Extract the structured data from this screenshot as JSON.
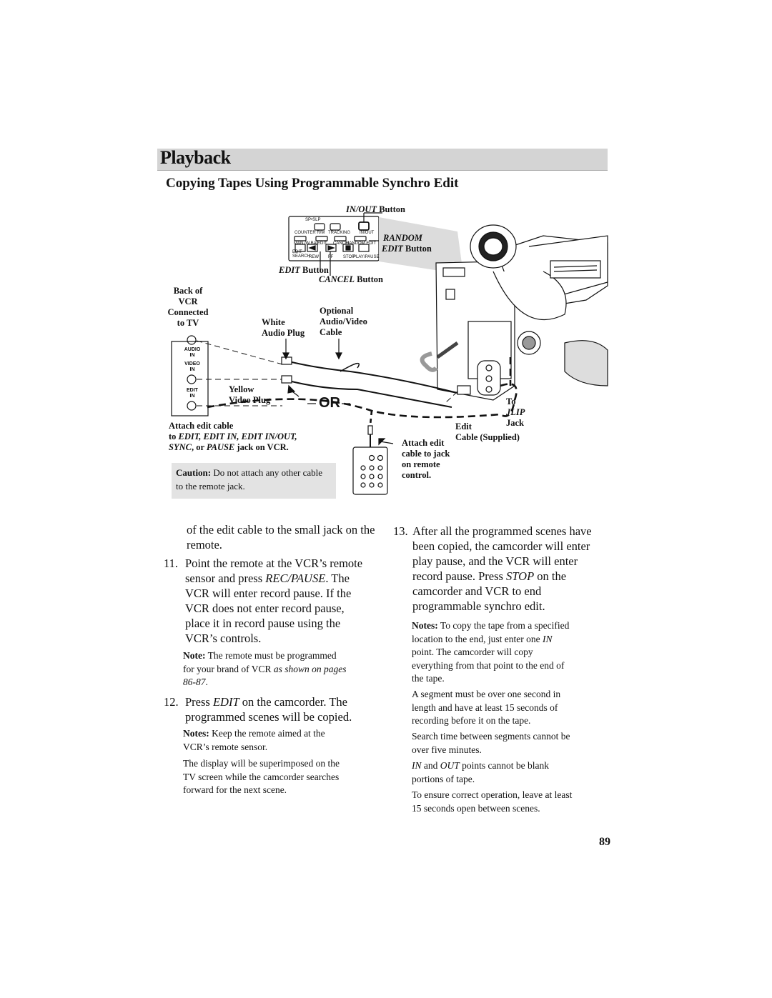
{
  "header": {
    "section_title": "Playback",
    "subtitle": "Copying Tapes Using Programmable Synchro Edit"
  },
  "figure": {
    "inout_button": {
      "name": "IN/OUT",
      "suffix": " Button"
    },
    "random_edit_button": {
      "line1": "RANDOM",
      "line2_italic": "EDIT",
      "line2_suffix": " Button"
    },
    "edit_button": {
      "name": "EDIT",
      "suffix": " Button"
    },
    "cancel_button": {
      "name": "CANCEL",
      "suffix": " Button"
    },
    "back_of_vcr": [
      "Back of",
      "VCR",
      "Connected",
      "to TV"
    ],
    "vcr_jacks": [
      "AUDIO",
      "IN",
      "VIDEO",
      "IN",
      "EDIT",
      "IN"
    ],
    "white_audio_plug": [
      "White",
      "Audio Plug"
    ],
    "optional_cable": [
      "Optional",
      "Audio/Video",
      "Cable"
    ],
    "yellow_video_plug": [
      "Yellow",
      "Video Plug"
    ],
    "or_label": "OR",
    "attach_edit_cable_vcr": {
      "line1": "Attach edit cable",
      "line2_prefix": "to ",
      "line2_italic": "EDIT, EDIT IN, EDIT IN/OUT,",
      "line3_italic_a": "SYNC",
      "line3_mid": ", or ",
      "line3_italic_b": "PAUSE",
      "line3_suffix": " jack on VCR."
    },
    "caution": {
      "label": "Caution:",
      "text": "Do not attach any other cable to the remote jack."
    },
    "jlip_jack": {
      "line1": "To",
      "line2_italic": "JLIP",
      "line3": "Jack"
    },
    "edit_cable": {
      "line1": "Edit",
      "line2": "Cable (Supplied)"
    },
    "attach_edit_remote": [
      "Attach edit",
      "cable to jack",
      "on remote",
      "control."
    ],
    "panel_labels": [
      "SP•SLP",
      "COUNTER R/M",
      "TRACKING",
      "IN/OUT",
      "MAN./W.BAL.",
      "EDIT",
      "CANCEL",
      "RANDOM EDIT",
      "EDIT SEARCH",
      "REW",
      "FF",
      "STOP",
      "PLAY/PAUSE"
    ]
  },
  "left_column": {
    "continuation": "of the edit cable to the small jack on the remote.",
    "step11": {
      "number": "11.",
      "lines": [
        "Point the remote at the VCR’s remote",
        "sensor and press "
      ],
      "rec_pause": "REC/PAUSE",
      "line2_end": ".  The",
      "lines_rest": [
        "VCR will enter record pause.  If the",
        "VCR does not enter record pause,",
        "place it in record pause using the",
        "VCR’s controls."
      ]
    },
    "note11": {
      "label": "Note:",
      "text_a": "The remote must be programmed",
      "text_b": "for your brand of VCR ",
      "italic": "as shown on pages",
      "italic2": "86-87",
      "end": "."
    },
    "step12": {
      "number": "12.",
      "prefix": "Press ",
      "italic": "EDIT",
      "line1_suffix": " on the camcorder.  The",
      "line2": "programmed scenes will be copied."
    },
    "notes12": {
      "label": "Notes:",
      "text_a": "Keep the remote aimed at the",
      "text_b": "VCR’s remote sensor."
    },
    "display_note": [
      "The display will be superimposed on the",
      "TV screen while the camcorder searches",
      "forward for the next scene."
    ]
  },
  "right_column": {
    "step13": {
      "number": "13.",
      "lines": [
        "After all the programmed scenes have",
        "been copied, the camcorder will enter",
        "play pause, and the VCR will enter",
        "record pause.  Press "
      ],
      "stop": "STOP",
      "line4_end": " on the",
      "lines_rest": [
        "camcorder and VCR to end",
        "programmable synchro edit."
      ]
    },
    "notes13": {
      "label": "Notes:",
      "text_a": "To copy the tape from a specified",
      "text_b": "location to the end, just enter one ",
      "in": "IN",
      "text_c": [
        "point.  The camcorder will copy",
        "everything from that point to the end of",
        "the tape."
      ]
    },
    "segment_note": [
      "A segment must be over one second in",
      "length and have at least 15 seconds of",
      "recording before it on the tape."
    ],
    "search_note": [
      "Search time between segments cannot be",
      "over five minutes."
    ],
    "inout_note": {
      "in": "IN",
      "and": " and ",
      "out": "OUT",
      "rest": " points cannot be blank",
      "line2": "portions of tape."
    },
    "ensure_note": [
      "To ensure correct operation, leave at least",
      "15 seconds open between scenes."
    ]
  },
  "page_number": "89"
}
